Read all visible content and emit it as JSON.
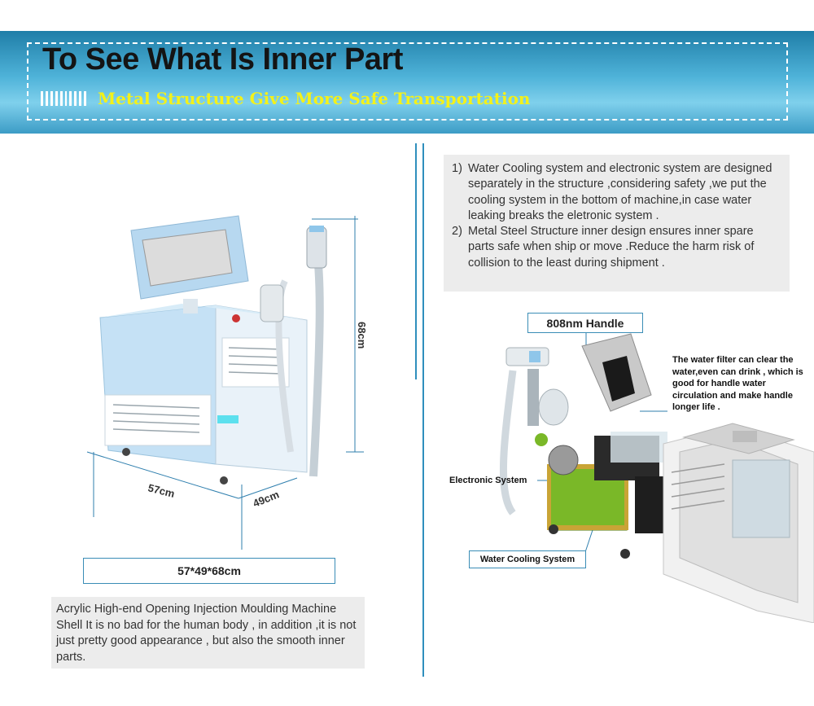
{
  "banner": {
    "title": "To See What Is Inner Part",
    "subtitle": "Metal Structure Give More Safe Transportation"
  },
  "product": {
    "height_label": "68cm",
    "width_label": "57cm",
    "depth_label": "49cm",
    "dimensions": "57*49*68cm",
    "description": "Acrylic High-end Opening Injection Moulding Machine Shell It is no bad for the human body , in addition ,it is not just pretty good appearance , but also the smooth inner parts."
  },
  "info": {
    "items": [
      {
        "num": "1)",
        "text": "Water Cooling system and electronic system are designed separately in the structure ,considering safety ,we put the cooling system in the bottom of machine,in case water leaking breaks the eletronic system ."
      },
      {
        "num": "2)",
        "text": "Metal Steel Structure inner design ensures inner spare parts safe when ship or move .Reduce the harm risk of collision to the least during shipment ."
      }
    ]
  },
  "inner": {
    "handle_label": "808nm Handle",
    "filter_note": "The water filter can clear the water,even can drink , which is good for handle water circulation and make handle longer life .",
    "electronic_label": "Electronic System",
    "water_label": "Water Cooling System"
  },
  "colors": {
    "banner_blue": "#4fb3d9",
    "subtitle_yellow": "#f3f11a",
    "accent_blue": "#3a8db6",
    "machine_blue": "#bcdcf2",
    "frame_gold": "#c9a436",
    "cooling_green": "#7ab828"
  }
}
